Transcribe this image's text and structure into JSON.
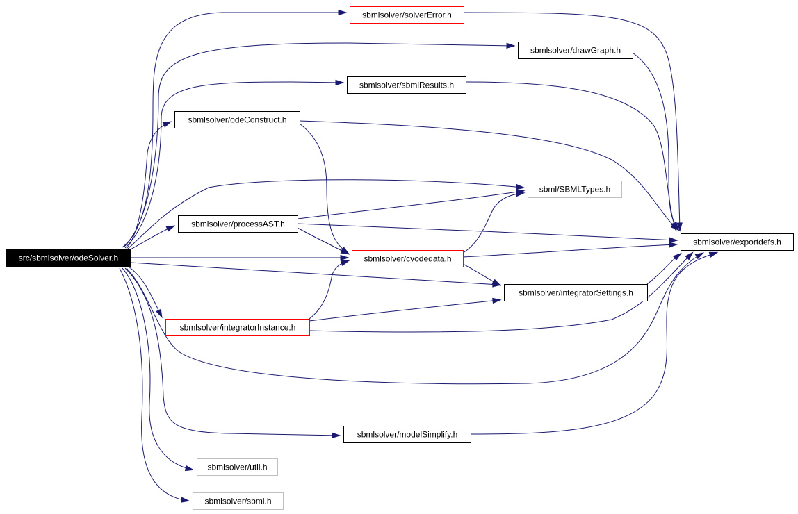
{
  "graph": {
    "nodes": [
      {
        "id": "odeSolver",
        "label": "src/sbmlsolver/odeSolver.h",
        "style": "root"
      },
      {
        "id": "solverError",
        "label": "sbmlsolver/solverError.h",
        "style": "red"
      },
      {
        "id": "drawGraph",
        "label": "sbmlsolver/drawGraph.h",
        "style": "black"
      },
      {
        "id": "sbmlResults",
        "label": "sbmlsolver/sbmlResults.h",
        "style": "black"
      },
      {
        "id": "odeConstruct",
        "label": "sbmlsolver/odeConstruct.h",
        "style": "black"
      },
      {
        "id": "SBMLTypes",
        "label": "sbml/SBMLTypes.h",
        "style": "gray"
      },
      {
        "id": "processAST",
        "label": "sbmlsolver/processAST.h",
        "style": "black"
      },
      {
        "id": "exportdefs",
        "label": "sbmlsolver/exportdefs.h",
        "style": "black"
      },
      {
        "id": "cvodedata",
        "label": "sbmlsolver/cvodedata.h",
        "style": "red"
      },
      {
        "id": "integratorSettings",
        "label": "sbmlsolver/integratorSettings.h",
        "style": "black"
      },
      {
        "id": "integratorInstance",
        "label": "sbmlsolver/integratorInstance.h",
        "style": "red"
      },
      {
        "id": "modelSimplify",
        "label": "sbmlsolver/modelSimplify.h",
        "style": "black"
      },
      {
        "id": "util",
        "label": "sbmlsolver/util.h",
        "style": "gray"
      },
      {
        "id": "sbml",
        "label": "sbmlsolver/sbml.h",
        "style": "gray"
      }
    ],
    "edges": [
      [
        "odeSolver",
        "solverError"
      ],
      [
        "odeSolver",
        "drawGraph"
      ],
      [
        "odeSolver",
        "sbmlResults"
      ],
      [
        "odeSolver",
        "odeConstruct"
      ],
      [
        "odeSolver",
        "SBMLTypes"
      ],
      [
        "odeSolver",
        "processAST"
      ],
      [
        "odeSolver",
        "cvodedata"
      ],
      [
        "odeSolver",
        "integratorSettings"
      ],
      [
        "odeSolver",
        "integratorInstance"
      ],
      [
        "odeSolver",
        "exportdefs"
      ],
      [
        "odeSolver",
        "modelSimplify"
      ],
      [
        "odeSolver",
        "util"
      ],
      [
        "odeSolver",
        "sbml"
      ],
      [
        "solverError",
        "exportdefs"
      ],
      [
        "drawGraph",
        "exportdefs"
      ],
      [
        "sbmlResults",
        "exportdefs"
      ],
      [
        "odeConstruct",
        "exportdefs"
      ],
      [
        "odeConstruct",
        "cvodedata"
      ],
      [
        "processAST",
        "SBMLTypes"
      ],
      [
        "processAST",
        "exportdefs"
      ],
      [
        "processAST",
        "cvodedata"
      ],
      [
        "cvodedata",
        "SBMLTypes"
      ],
      [
        "cvodedata",
        "exportdefs"
      ],
      [
        "cvodedata",
        "integratorSettings"
      ],
      [
        "integratorSettings",
        "exportdefs"
      ],
      [
        "integratorInstance",
        "cvodedata"
      ],
      [
        "integratorInstance",
        "integratorSettings"
      ],
      [
        "integratorInstance",
        "exportdefs"
      ],
      [
        "modelSimplify",
        "exportdefs"
      ]
    ]
  },
  "colors": {
    "edge": "#191970",
    "root_fill": "#000000",
    "root_text": "#ffffff",
    "red_border": "#ff0000",
    "gray_border": "#bfbfbf",
    "black_border": "#000000",
    "node_text": "#000000"
  }
}
